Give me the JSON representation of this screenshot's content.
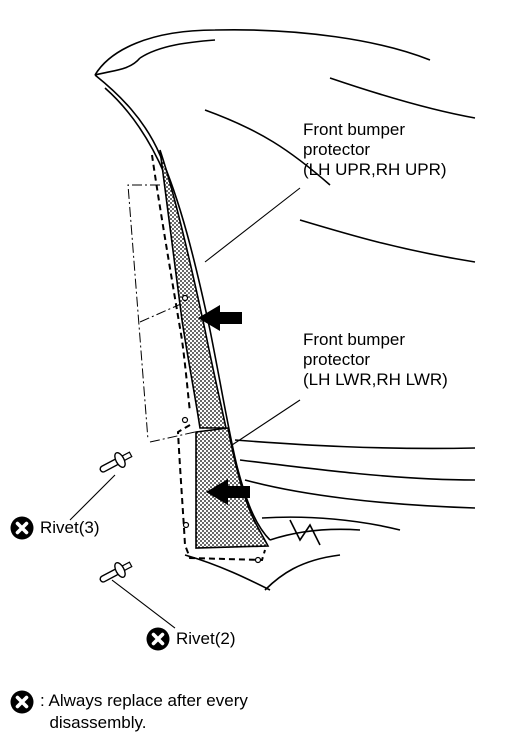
{
  "labels": {
    "upper_protector": "Front bumper\nprotector\n(LH UPR,RH UPR)",
    "lower_protector": "Front bumper\nprotector\n(LH LWR,RH LWR)",
    "rivet_3": "Rivet(3)",
    "rivet_2": "Rivet(2)"
  },
  "legend": {
    "text": ": Always replace after every\n  disassembly."
  },
  "icons": {
    "replace": "x-circle-icon",
    "direction": "arrow-left-icon",
    "fastener": "rivet-icon"
  },
  "colors": {
    "line": "#000000",
    "background": "#ffffff"
  }
}
